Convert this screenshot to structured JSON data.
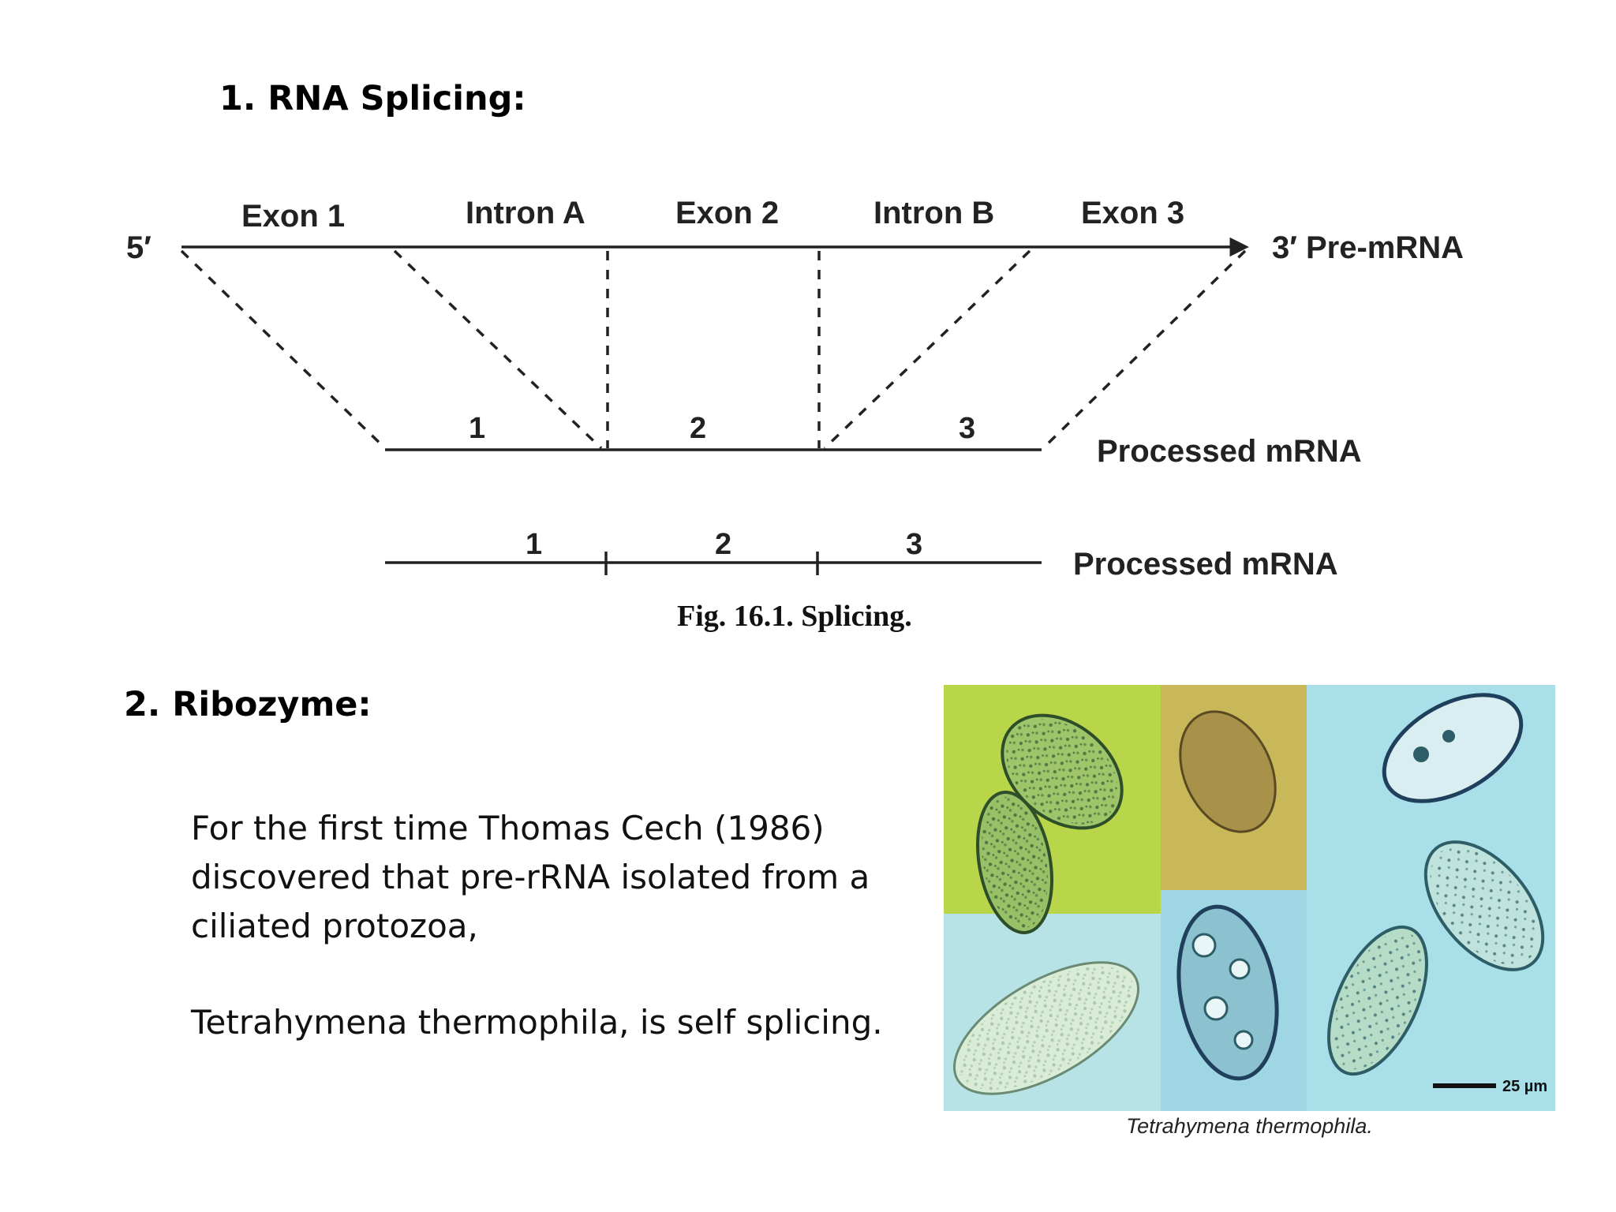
{
  "section1": {
    "heading": "1. RNA Splicing:"
  },
  "diagram": {
    "five_prime": "5′",
    "three_prime": "3′ Pre-mRNA",
    "segments": [
      "Exon 1",
      "Intron A",
      "Exon 2",
      "Intron B",
      "Exon 3"
    ],
    "processed_label_1": "Processed mRNA",
    "processed_label_2": "Processed mRNA",
    "exon_numbers": [
      "1",
      "2",
      "3"
    ],
    "caption": "Fig. 16.1. Splicing."
  },
  "section2": {
    "heading": "2. Ribozyme:",
    "paragraph1": "For the first time Thomas Cech (1986) discovered that pre-rRNA isolated from a ciliated protozoa,",
    "paragraph2": "Tetrahymena thermophila, is self splicing."
  },
  "photo": {
    "caption": "Tetrahymena thermophila.",
    "scale_label": "25 µm"
  }
}
